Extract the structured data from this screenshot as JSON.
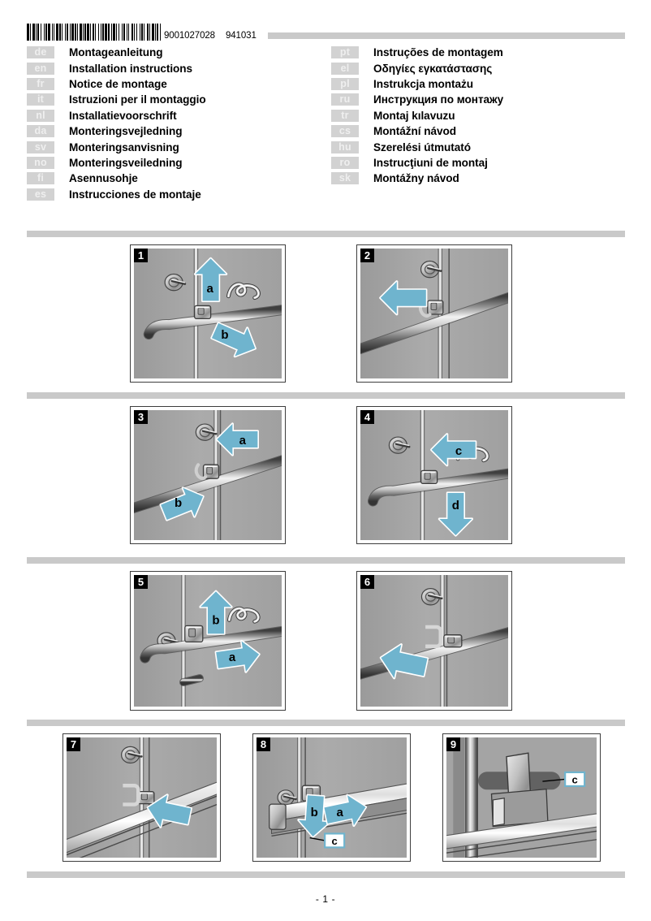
{
  "header": {
    "barcode_number": "9001027028",
    "barcode_date": "941031",
    "barcode_pattern": [
      3,
      1,
      1,
      2,
      3,
      1,
      1,
      1,
      2,
      2,
      1,
      3,
      1,
      1,
      2,
      1,
      3,
      2,
      1,
      1,
      1,
      2,
      3,
      1,
      2,
      1,
      1,
      3,
      1,
      1,
      2,
      2,
      1,
      1,
      3,
      1,
      2,
      1,
      1,
      2,
      3,
      1,
      1,
      1,
      2,
      1,
      3,
      1,
      1,
      2,
      2,
      1,
      1,
      3,
      1,
      2,
      1,
      1,
      2,
      1,
      3,
      1,
      2,
      2,
      1,
      1,
      3,
      1,
      1,
      2,
      1,
      3,
      1,
      1,
      2,
      2,
      1,
      1,
      1,
      3,
      2,
      1,
      1,
      2,
      1,
      3,
      1,
      1,
      2,
      1,
      1,
      3,
      2,
      1,
      1,
      2,
      3,
      1,
      1,
      1,
      2,
      2,
      1,
      3
    ]
  },
  "languages_left": [
    {
      "code": "de",
      "title": "Montageanleitung"
    },
    {
      "code": "en",
      "title": "Installation instructions"
    },
    {
      "code": "fr",
      "title": "Notice de montage"
    },
    {
      "code": "it",
      "title": "Istruzioni per il montaggio"
    },
    {
      "code": "nl",
      "title": "Installatievoorschrift"
    },
    {
      "code": "da",
      "title": "Monteringsvejledning"
    },
    {
      "code": "sv",
      "title": "Monteringsanvisning"
    },
    {
      "code": "no",
      "title": "Monteringsveiledning"
    },
    {
      "code": "fi",
      "title": "Asennusohje"
    },
    {
      "code": "es",
      "title": "Instrucciones de montaje"
    }
  ],
  "languages_right": [
    {
      "code": "pt",
      "title": "Instruções de montagem"
    },
    {
      "code": "el",
      "title": "Οδηγίες εγκατάστασης"
    },
    {
      "code": "pl",
      "title": "Instrukcja montażu"
    },
    {
      "code": "ru",
      "title": "Инструкция по монтажу"
    },
    {
      "code": "tr",
      "title": "Montaj kılavuzu"
    },
    {
      "code": "cs",
      "title": "Montážní návod"
    },
    {
      "code": "hu",
      "title": "Szerelési útmutató"
    },
    {
      "code": "ro",
      "title": "Instrucţiuni de montaj"
    },
    {
      "code": "sk",
      "title": "Montážny návod"
    }
  ],
  "steps": [
    {
      "number": "1",
      "labels": [
        "a",
        "b"
      ]
    },
    {
      "number": "2",
      "labels": []
    },
    {
      "number": "3",
      "labels": [
        "a",
        "b"
      ]
    },
    {
      "number": "4",
      "labels": [
        "c",
        "d"
      ]
    },
    {
      "number": "5",
      "labels": [
        "b",
        "a"
      ]
    },
    {
      "number": "6",
      "labels": []
    },
    {
      "number": "7",
      "labels": []
    },
    {
      "number": "8",
      "labels": [
        "b",
        "a",
        "c"
      ]
    },
    {
      "number": "9",
      "labels": [
        "c"
      ]
    }
  ],
  "step_labels": {
    "s1_a": "a",
    "s1_b": "b",
    "s3_a": "a",
    "s3_b": "b",
    "s4_c": "c",
    "s4_d": "d",
    "s5_a": "a",
    "s5_b": "b",
    "s8_a": "a",
    "s8_b": "b",
    "s8_c": "c",
    "s9_c": "c"
  },
  "footer": {
    "page": "- 1 -"
  },
  "colors": {
    "arrow_blue": "#6fb4ce",
    "arrow_outline": "#ffffff",
    "panel_bg": "#a8a8a8",
    "tag_grey": "#d2d2d2",
    "separator_grey": "#c9c9c9",
    "badge_black": "#000000"
  }
}
